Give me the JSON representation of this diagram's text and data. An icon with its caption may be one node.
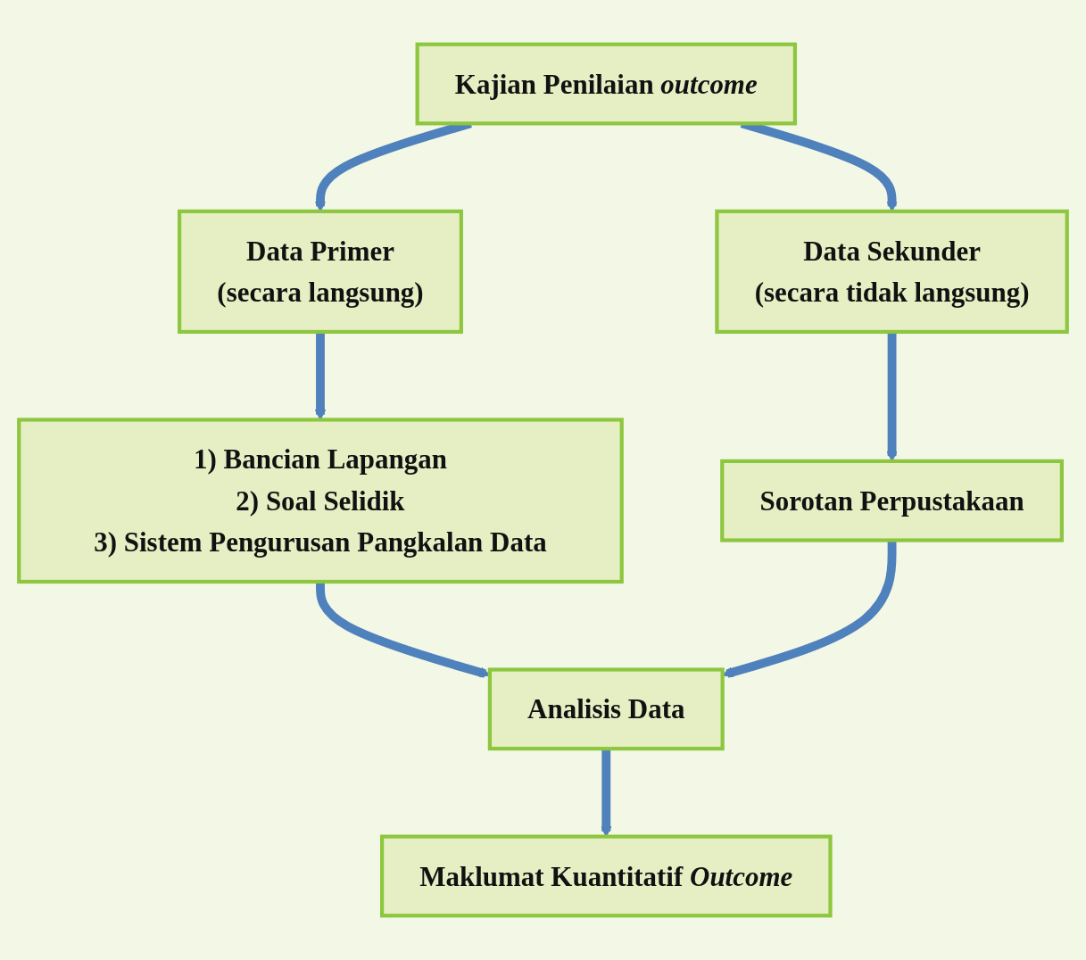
{
  "diagram": {
    "nodes": [
      {
        "text": [
          "Kajian Penilaian *outcome*"
        ]
      },
      {
        "text": [
          "Data Primer",
          "(secara langsung)"
        ]
      },
      {
        "text": [
          "Data Sekunder",
          "(secara tidak langsung)"
        ]
      },
      {
        "text": [
          "1) Bancian Lapangan",
          "2) Soal Selidik",
          "3) Sistem Pengurusan Pangkalan Data"
        ]
      },
      {
        "text": [
          "Sorotan Perpustakaan"
        ]
      },
      {
        "text": [
          "Analisis Data"
        ]
      },
      {
        "text": [
          "Maklumat Kuantitatif *Outcome*"
        ]
      }
    ],
    "edges": [
      {
        "from": 0,
        "to": 1,
        "arrow": "to"
      },
      {
        "from": 0,
        "to": 2,
        "arrow": "to"
      },
      {
        "from": 1,
        "to": 3,
        "arrow": "to"
      },
      {
        "from": 2,
        "to": 4,
        "arrow": "to"
      },
      {
        "from": 3,
        "to": 5,
        "arrow": "to"
      },
      {
        "from": 4,
        "to": 5,
        "arrow": "to"
      },
      {
        "from": 5,
        "to": 6,
        "arrow": "to"
      }
    ]
  }
}
